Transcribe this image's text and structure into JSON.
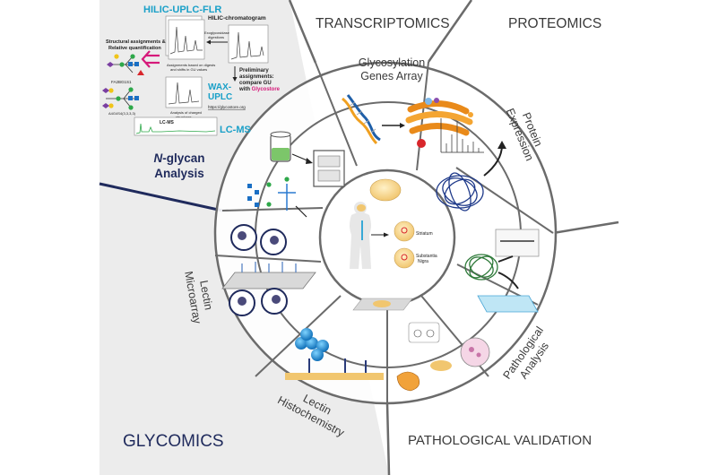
{
  "sections": {
    "transcriptomics": "TRANSCRIPTOMICS",
    "proteomics": "PROTEOMICS",
    "glycomics": "GLYCOMICS",
    "pathological_validation": "PATHOLOGICAL VALIDATION"
  },
  "ring_labels": {
    "glycosylation_genes_array": [
      "Glycosylation",
      "Genes Array"
    ],
    "protein_expression": [
      "Protein",
      "Expression"
    ],
    "pathological_analysis": [
      "Pathological",
      "Analysis"
    ],
    "lectin_histochemistry": [
      "Lectin",
      "Histochemistry"
    ],
    "lectin_microarray": [
      "Lectin",
      "Microarray"
    ],
    "nglycan_analysis": {
      "italic": "N",
      "rest": "-glycan",
      "line2": "Analysis"
    }
  },
  "workflow": {
    "hilic_title": "HILIC-UPLC-FLR",
    "hilic_chromatogram": "HILIC-chromatogram",
    "exoglycosidase": [
      "Exoglycosidase",
      "digestions"
    ],
    "assignments": [
      "Assignments based on digests",
      "and shifts in GU values"
    ],
    "structural": [
      "Structural assignments &",
      "Relative quantification"
    ],
    "glycan_code_1": "FA2BG1S1",
    "glycan_code_2": "A4G4S4(3,3,3,3)",
    "preliminary": [
      "Preliminary",
      "assignments:",
      "compare GU",
      "with "
    ],
    "glycostore": "Glycostore",
    "glycostore_url": "https://glycostore.org",
    "wax_title": [
      "WAX-",
      "UPLC"
    ],
    "charged": [
      "Analysis of charged",
      "structures"
    ],
    "lcms_small": "LC-MS",
    "lcms_title": "LC-MS"
  },
  "center_labels": {
    "striatum": "Striatum",
    "substantia_nigra": [
      "Substantia",
      "Nigra"
    ]
  },
  "colors": {
    "accent_cyan": "#1aa0c8",
    "glycostore_magenta": "#d6197a",
    "divider": "#1f2a5c",
    "sector_gray": "#6b6b6b",
    "glycomics_navy": "#1f2a5c",
    "panel_bg": "#eeeeee"
  }
}
